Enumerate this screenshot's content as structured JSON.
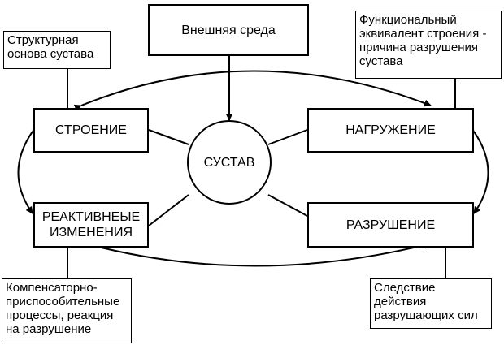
{
  "diagram": {
    "center": "СУСТАВ",
    "external": "Внешняя среда",
    "structure": "СТРОЕНИЕ",
    "load": "НАГРУЖЕНИЕ",
    "reactive_line1": "РЕАКТИВНЕЫЕ",
    "reactive_line2": "ИЗМЕНЕНИЯ",
    "destruction": "РАЗРУШЕНИЕ",
    "note_structure_line1": "Структурная",
    "note_structure_line2": "основа сустава",
    "note_load_line1": "Функциональный",
    "note_load_line2": "эквивалент строения -",
    "note_load_line3": "причина разрушения",
    "note_load_line4": "сустава",
    "note_reactive_line1": "Компенсаторно-",
    "note_reactive_line2": "приспособительные",
    "note_reactive_line3": "процессы, реакция",
    "note_reactive_line4": "на разрушение",
    "note_destruction_line1": "Следствие",
    "note_destruction_line2": "действия",
    "note_destruction_line3": "разрушающих сил"
  }
}
